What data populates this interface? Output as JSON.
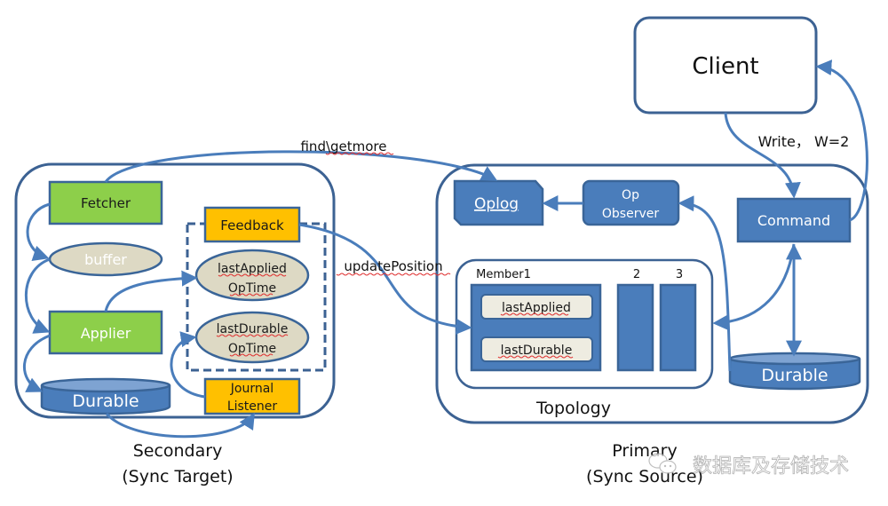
{
  "colors": {
    "outline": "#3c6293",
    "blue_fill": "#4a7dbb",
    "blue_stroke": "#3a6598",
    "green_fill": "#8dcf4a",
    "orange_fill": "#ffc000",
    "ellipse_fill": "#ddd9c4",
    "inner_chip_fill": "#eeece1",
    "arrow": "#4a7dbb",
    "watermark": "#9a9a9a"
  },
  "client": {
    "label": "Client"
  },
  "edges": {
    "write_label": "Write， W=2",
    "find_getmore_label": "find\\getmore",
    "update_position_label": "updatePosition"
  },
  "secondary": {
    "title": "Secondary",
    "subtitle": "(Sync Target)",
    "fetcher": "Fetcher",
    "buffer": "buffer",
    "applier": "Applier",
    "durable": "Durable",
    "feedback": "Feedback",
    "last_applied": [
      "lastApplied",
      "OpTime"
    ],
    "last_durable": [
      "lastDurable",
      "OpTime"
    ],
    "journal_listener": [
      "Journal",
      "Listener"
    ]
  },
  "primary": {
    "title": "Primary",
    "subtitle": "(Sync Source)",
    "oplog": "Oplog",
    "op_observer": [
      "Op",
      "Observer"
    ],
    "command": "Command",
    "durable": "Durable",
    "topology": {
      "label": "Topology",
      "member1_label": "Member1",
      "member2_label": "2",
      "member3_label": "3",
      "last_applied": "lastApplied",
      "last_durable": "lastDurable"
    }
  },
  "watermark": {
    "text": "数据库及存储技术"
  }
}
